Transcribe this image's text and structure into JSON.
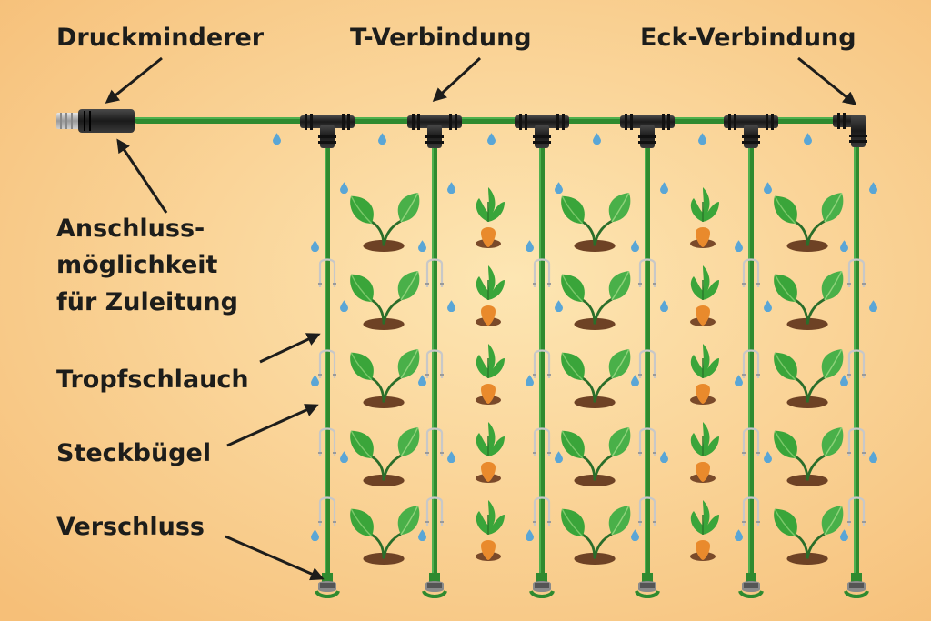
{
  "labels": {
    "pressure_reducer": "Druckminderer",
    "t_connector": "T-Verbindung",
    "elbow_connector": "Eck-Verbindung",
    "supply_connection_1": "Anschluss-",
    "supply_connection_2": "möglichkeit",
    "supply_connection_3": "für Zuleitung",
    "drip_hose": "Tropfschlauch",
    "stake": "Steckbügel",
    "end_cap": "Verschluss"
  },
  "colors": {
    "background_center": "#fde3ad",
    "background_edge": "#f7c27a",
    "hose": "#2f8a2f",
    "hose_dark": "#1f5e1f",
    "connector": "#222222",
    "leaf": "#3aa53a",
    "leaf_light": "#7bc86a",
    "soil": "#7a4a2a",
    "carrot": "#e98a2c",
    "drop": "#5aa6d6",
    "stake": "#c8c8c8"
  },
  "icons": {
    "arrow": "arrow-icon",
    "drop": "water-drop-icon",
    "plant": "seedling-icon",
    "carrot": "carrot-icon"
  }
}
